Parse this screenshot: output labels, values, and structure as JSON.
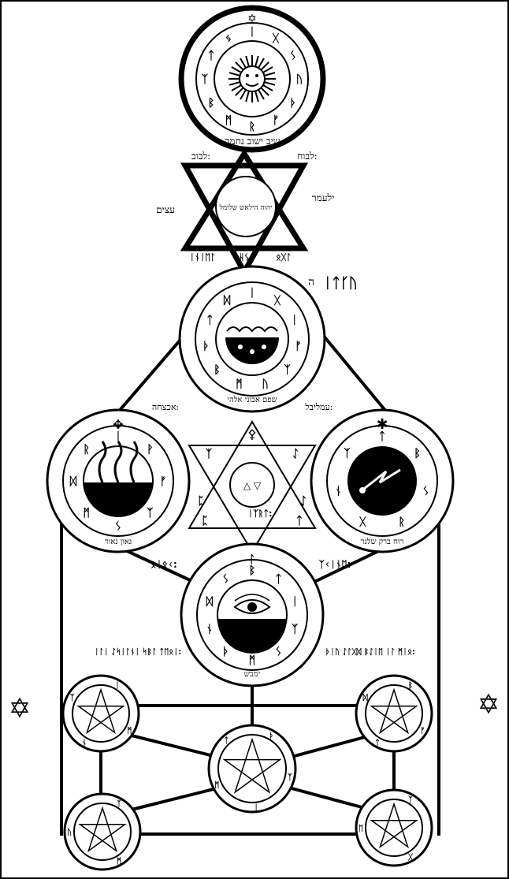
{
  "figure": {
    "background_color": "#ffffff",
    "ink_color": "#000000",
    "frame": true
  },
  "sun_seal": {
    "icon": "sun-face-icon",
    "ring_runes": [
      "ᛁ",
      "ᚷ",
      "ᛊ",
      "ᚢ",
      "ᚦ",
      "ᚠ",
      "ᚱ",
      "ᛗ",
      "ᛒ",
      "ᛉ",
      "ᛏ",
      "ᛃ"
    ],
    "inscription": "שיב ישוב נחמה",
    "footer": "לבנו:",
    "star_glyph": "✡"
  },
  "hexagram_upper": {
    "center_text": "יהוה הילאש שלימל",
    "left_label": "עצים",
    "right_label": "ילעמר",
    "top_left_label": "לבוב:",
    "top_right_label": "לבוח:",
    "bottom_labels": [
      "ᛁᚾᛁᛖᛚ",
      "ᚺᛊ",
      "ᛟᚷᛚ"
    ]
  },
  "side_runes": "ᛁᛏᚴᚢ",
  "water_seal": {
    "icon": "water-bowl-icon",
    "corner_glyph": "ה",
    "ring_runes": [
      "ᛁ",
      "ᚷ",
      "ᛁ",
      "ᚠ",
      "ᛉ",
      "ᚢ",
      "ᛗ",
      "ᛒ",
      "ᚦ",
      "ᛏ",
      "ᛞ"
    ],
    "inscription": "שפם אבוני אלהי"
  },
  "fire_seal": {
    "icon": "flames-icon",
    "top_glyph": "✥",
    "ring_runes": [
      "ᛁ",
      "ᚹ",
      "ᚠ",
      "ᛉ",
      "ᛊ",
      "ᛗ",
      "ᛞ",
      "ᚱ"
    ],
    "inscription": "גאון נאור"
  },
  "air_seal": {
    "icon": "lightning-disc-icon",
    "top_glyph": "✱",
    "ring_runes": [
      "ᛏ",
      "ᛒ",
      "ᛊ",
      "ᚱ",
      "ᚷ",
      "ᚾ",
      "ᛉ"
    ],
    "inscription": "רוח ברק שלגר"
  },
  "earth_seal": {
    "icon": "eye-icon",
    "top_glyph": "ᛚ",
    "ring_runes": [
      "ᛒ",
      "ᛏ",
      "ᛁ",
      "ᛉ",
      "ᛊ",
      "ᛗ",
      "ᚦ",
      "ᚾ",
      "ᛞ",
      "ᛊ"
    ],
    "inscription": "ימבש"
  },
  "central_hexagram": {
    "corner_runes": [
      "ᛉ",
      "ᛇ",
      "ᛈ",
      "ᛇ",
      "ᛈ",
      "ᛏ"
    ],
    "center_glyphs": "△ ▽",
    "top_glyph": "⚴",
    "bottom_label": "ᛁᛉᚱᛏ:"
  },
  "mid_labels": {
    "left_upper": "אכצחה:",
    "right_upper": "עמליבל:",
    "left_lower": "ᛟᛁᛟᚲ:",
    "right_lower": "ᛉᚲᛁᚾᛖ:"
  },
  "lower_labels": {
    "left_block": "ᛁᛚᛁ ᛇᛋᛁᛚᚾᛁ ᛋᛒᛚ ᛏᛖᛟᛁ:",
    "right_block": "ᚦᛁᚢ ᛇᛚᚷᛞ ᛒᛇᛁᛖ ᛁᛚ ᛗᛁᛟ:"
  },
  "planetary_seals": [
    {
      "name": "seal-upper-left",
      "runes": [
        "ᛁ",
        "ᛗ",
        "ᚾ",
        "ᛉ"
      ]
    },
    {
      "name": "seal-upper-right",
      "runes": [
        "ᛒ",
        "ᚠ",
        "ᛏ",
        "ᛞ"
      ]
    },
    {
      "name": "seal-center",
      "runes": [
        "ᚦ",
        "ᛉ",
        "ᛁ",
        "ᛗ",
        "ᛏ"
      ]
    },
    {
      "name": "seal-lower-left",
      "runes": [
        "ᛉ",
        "ᛗ",
        "ᚢ"
      ]
    },
    {
      "name": "seal-lower-right",
      "runes": [
        "ᛉ",
        "ᚷ",
        "ᛖ"
      ]
    }
  ],
  "side_stars": {
    "left": "✡",
    "right": "✡"
  }
}
